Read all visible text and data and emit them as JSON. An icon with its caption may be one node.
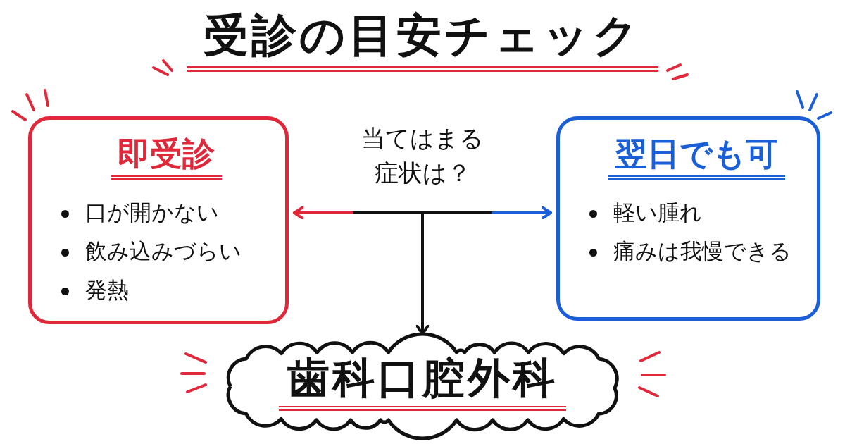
{
  "diagram": {
    "title": "受診の目安チェック",
    "nodes": [
      {
        "text": [
          "即受診",
          "口が開かない",
          "飲み込みづらい",
          "発熱"
        ]
      },
      {
        "text": [
          "当てはまる症状は？"
        ]
      },
      {
        "text": [
          "翌日でも可",
          "軽い腫れ",
          "痛みは我慢できる"
        ]
      },
      {
        "text": [
          "歯科口腔外科"
        ]
      }
    ],
    "edges": [
      {
        "from": 1,
        "to": 0,
        "arrow": "to",
        "color": "#e0283a"
      },
      {
        "from": 1,
        "to": 2,
        "arrow": "to",
        "color": "#1a5fd8"
      },
      {
        "from": 1,
        "to": 3,
        "arrow": "to",
        "color": "#111111"
      }
    ]
  }
}
